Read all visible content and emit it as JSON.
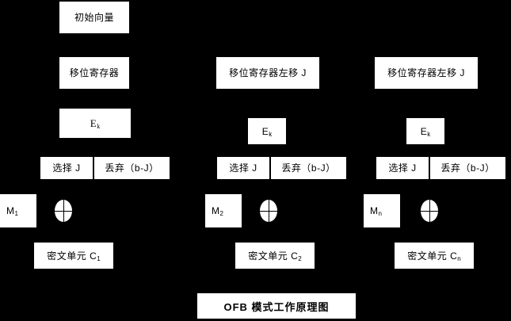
{
  "diagram": {
    "title": "OFB 模式工作原理图",
    "background_color": "#000000",
    "box_color": "#ffffff",
    "text_color": "#000000",
    "columns": [
      {
        "id": "column-1",
        "iv_label": "初始向量",
        "shift_register_label": "移位寄存器",
        "encrypt_label_base": "E",
        "encrypt_label_sub": "k",
        "select_label": "选择 J",
        "discard_label": "丢弃（b-J）",
        "message_label_base": "M",
        "message_label_sub": "1",
        "xor_label": "xor-operator",
        "ciphertext_label_base": "密文单元 C",
        "ciphertext_label_sub": "1"
      },
      {
        "id": "column-2",
        "shift_register_label": "移位寄存器左移 J",
        "encrypt_label_base": "E",
        "encrypt_label_sub": "k",
        "select_label": "选择 J",
        "discard_label": "丢弃（b-J）",
        "message_label_base": "M",
        "message_label_sub": "2",
        "xor_label": "xor-operator",
        "ciphertext_label_base": "密文单元 C",
        "ciphertext_label_sub": "2"
      },
      {
        "id": "column-3",
        "shift_register_label": "移位寄存器左移 J",
        "encrypt_label_base": "E",
        "encrypt_label_sub": "k",
        "select_label": "选择 J",
        "discard_label": "丢弃（b-J）",
        "message_label_base": "M",
        "message_label_sub": "n",
        "xor_label": "xor-operator",
        "ciphertext_label_base": "密文单元 C",
        "ciphertext_label_sub": "n"
      }
    ]
  }
}
